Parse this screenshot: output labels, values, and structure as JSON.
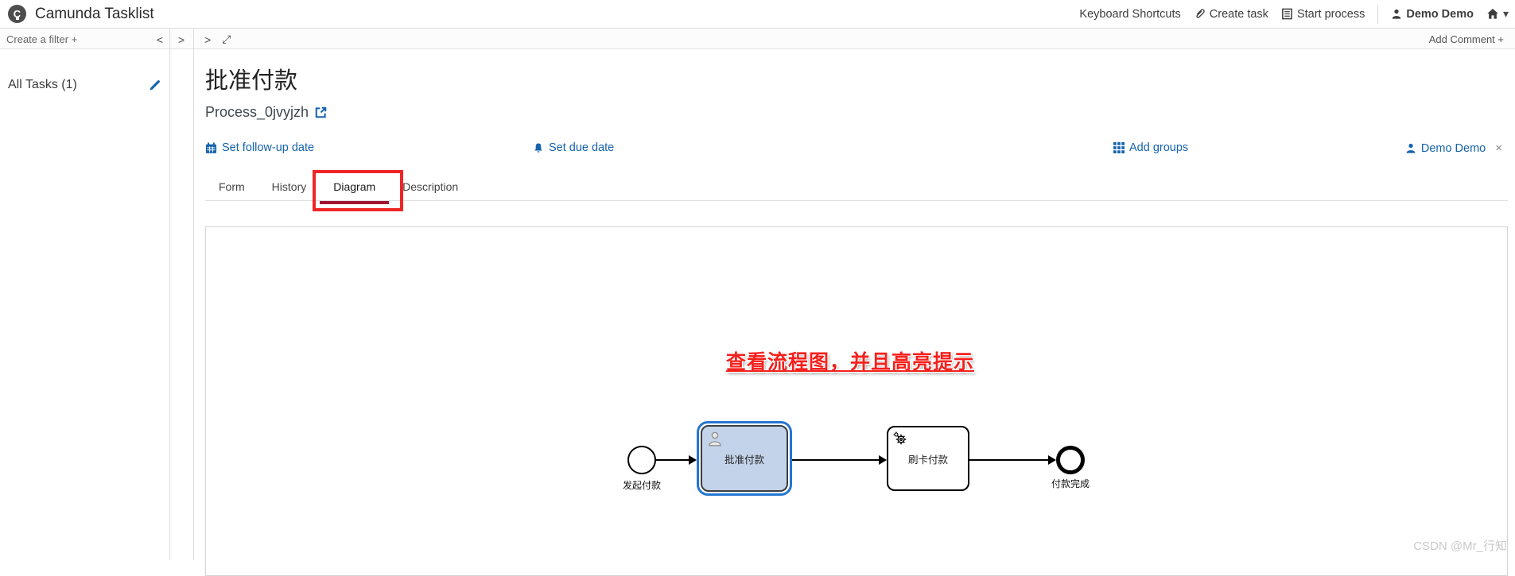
{
  "topbar": {
    "app_title": "Camunda Tasklist",
    "keyboard_shortcuts": "Keyboard Shortcuts",
    "create_task": "Create task",
    "start_process": "Start process",
    "user_name": "Demo Demo"
  },
  "toolbar": {
    "create_filter_label": "Create a filter +",
    "add_comment_label": "Add Comment +"
  },
  "icons": {
    "chevron_left": "<",
    "chevron_right": ">",
    "expand": "⤢",
    "caret_down": "▾"
  },
  "sidebar": {
    "all_tasks_label": "All Tasks (1)"
  },
  "task": {
    "title": "批准付款",
    "process_name": "Process_0jvyjzh",
    "set_followup_label": "Set follow-up date",
    "set_due_label": "Set due date",
    "add_groups_label": "Add groups",
    "assignee_name": "Demo Demo",
    "remove_assignee": "×"
  },
  "tabs": [
    {
      "label": "Form",
      "active": false
    },
    {
      "label": "History",
      "active": false
    },
    {
      "label": "Diagram",
      "active": true
    },
    {
      "label": "Description",
      "active": false
    }
  ],
  "diagram": {
    "annotation": "查看流程图，并且高亮提示",
    "nodes": {
      "start": {
        "type": "start-event",
        "label": "发起付款"
      },
      "approve": {
        "type": "user-task",
        "label": "批准付款",
        "highlighted": true
      },
      "pay": {
        "type": "service-task",
        "label": "刷卡付款"
      },
      "end": {
        "type": "end-event",
        "label": "付款完成"
      }
    }
  },
  "watermark": "CSDN @Mr_行知",
  "colors": {
    "link_blue": "#1563ad",
    "active_tab_underline": "#a31432",
    "annotation_box_red": "#ee2527",
    "annotation_text_red": "#f5211d",
    "highlight_fill": "#c3d3ea",
    "highlight_ring": "#2476d2"
  }
}
